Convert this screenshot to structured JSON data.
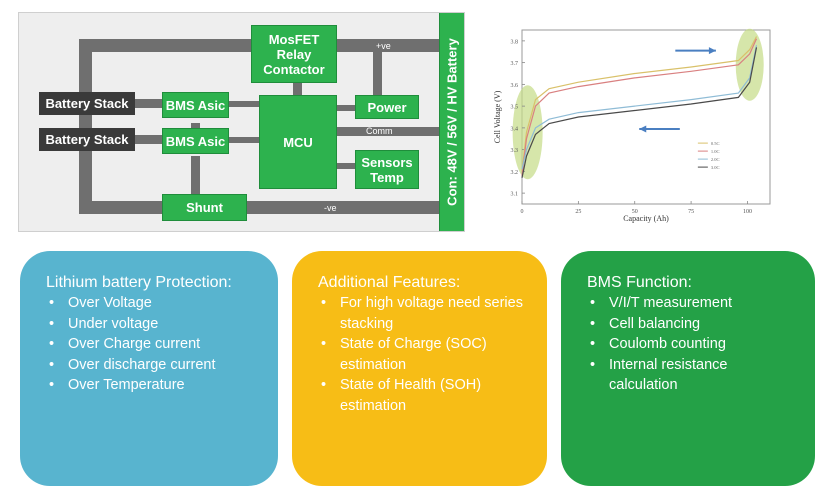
{
  "diagram": {
    "battery_stack_1": "Battery Stack",
    "battery_stack_2": "Battery Stack",
    "bms_asic_1": "BMS Asic",
    "bms_asic_2": "BMS Asic",
    "mosfet_line1": "MosFET",
    "mosfet_line2": "Relay",
    "mosfet_line3": "Contactor",
    "mcu": "MCU",
    "power": "Power",
    "sensors_line1": "Sensors",
    "sensors_line2": "Temp",
    "shunt": "Shunt",
    "plus_ve": "+ve",
    "minus_ve": "-ve",
    "comm": "Comm",
    "connector": "Con: 48V / 56V / HV Battery",
    "colors": {
      "box_green": "#2db24e",
      "bus_gray": "#6f6f6f",
      "stack_dark": "#3a3a3a"
    }
  },
  "chart_data": {
    "type": "line",
    "xlabel": "Capacity (Ah)",
    "ylabel": "Cell Voltage (V)",
    "x_ticks": [
      "0",
      "25",
      "50",
      "75",
      "100"
    ],
    "y_ticks": [
      "3.1",
      "3.2",
      "3.3",
      "3.4",
      "3.5",
      "3.6",
      "3.7",
      "3.8"
    ],
    "xlim": [
      0,
      110
    ],
    "ylim": [
      3.05,
      3.85
    ],
    "series": [
      {
        "color": "#d9c16a",
        "x": [
          0,
          2,
          6,
          12,
          25,
          50,
          75,
          96,
          101,
          104
        ],
        "y": [
          3.2,
          3.38,
          3.53,
          3.58,
          3.61,
          3.65,
          3.68,
          3.71,
          3.76,
          3.82
        ]
      },
      {
        "color": "#d98080",
        "x": [
          0,
          2,
          6,
          12,
          25,
          50,
          75,
          96,
          101,
          104
        ],
        "y": [
          3.18,
          3.35,
          3.5,
          3.56,
          3.59,
          3.63,
          3.66,
          3.69,
          3.74,
          3.81
        ]
      },
      {
        "color": "#8fbcd6",
        "x": [
          0,
          2,
          6,
          12,
          25,
          50,
          75,
          96,
          101,
          104
        ],
        "y": [
          3.21,
          3.3,
          3.4,
          3.44,
          3.47,
          3.5,
          3.53,
          3.56,
          3.63,
          3.78
        ]
      },
      {
        "color": "#4a4a4a",
        "x": [
          0,
          2,
          6,
          12,
          25,
          50,
          75,
          96,
          101,
          104
        ],
        "y": [
          3.17,
          3.27,
          3.37,
          3.42,
          3.45,
          3.48,
          3.51,
          3.54,
          3.61,
          3.77
        ]
      }
    ],
    "legend": [
      "0.5C",
      "1.0C",
      "2.0C",
      "3.0C"
    ],
    "legend_position": "middle-right",
    "highlights": [
      "low-capacity-ellipse",
      "high-capacity-ellipse"
    ],
    "arrows": [
      "charge-arrow-right",
      "discharge-arrow-left"
    ]
  },
  "cards": {
    "protection": {
      "title": "Lithium battery Protection:",
      "items": [
        "Over Voltage",
        "Under voltage",
        "Over Charge current",
        "Over discharge current",
        "Over Temperature"
      ],
      "color": "#58b4cf"
    },
    "features": {
      "title": "Additional Features:",
      "items": [
        "For high voltage need series stacking",
        "State of Charge (SOC) estimation",
        "State of Health (SOH) estimation"
      ],
      "color": "#f7bd16"
    },
    "bms": {
      "title": "BMS Function:",
      "items": [
        "V/I/T measurement",
        "Cell balancing",
        "Coulomb counting",
        "Internal resistance calculation"
      ],
      "color": "#24a147"
    }
  }
}
